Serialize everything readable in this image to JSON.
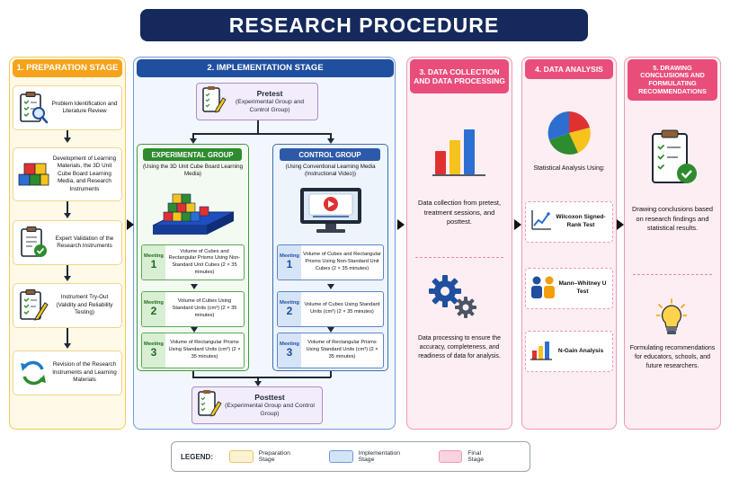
{
  "title": "RESEARCH PROCEDURE",
  "stages": {
    "prep": {
      "header": "1. PREPARATION STAGE",
      "items": [
        {
          "text": "Problem Identification and Literature Review",
          "icon": "checklist-magnifier-icon"
        },
        {
          "text": "Development of Learning Materials, the 3D Unit Cube Board Learning Media, and Research Instruments",
          "icon": "cubes-icon"
        },
        {
          "text": "Expert Validation of the Research Instruments",
          "icon": "clipboard-check-icon"
        },
        {
          "text": "Instrument Try-Out (Validity and Reliability Testing)",
          "icon": "clipboard-pencil-icon"
        },
        {
          "text": "Revision of the Research Instruments and Learning Materials",
          "icon": "refresh-icon"
        }
      ]
    },
    "impl": {
      "header": "2. IMPLEMENTATION STAGE",
      "pretest": {
        "title": "Pretest",
        "sub": "(Experimental Group and Control Group)"
      },
      "posttest": {
        "title": "Posttest",
        "sub": "(Experimental Group and Control Group)"
      },
      "experimental": {
        "header": "EXPERIMENTAL GROUP",
        "sub": "(Using the 3D Unit Cube Board Learning Media)",
        "meetings": [
          {
            "label": "Meeting",
            "num": "1",
            "desc": "Volume of Cubes and Rectangular Prisms Using Non-Standard Unit Cubes (2 × 35 minutes)"
          },
          {
            "label": "Meeting",
            "num": "2",
            "desc": "Volume of Cubes Using Standard Units (cm³) (2 × 35 minutes)"
          },
          {
            "label": "Meeting",
            "num": "3",
            "desc": "Volume of Rectangular Prisms Using Standard Units (cm³) (2 × 35 minutes)"
          }
        ]
      },
      "control": {
        "header": "CONTROL GROUP",
        "sub": "(Using Conventional Learning Media (Instructional Video))",
        "meetings": [
          {
            "label": "Meeting",
            "num": "1",
            "desc": "Volume of Cubes and Rectangular Prisms Using Non-Standard Unit Cubes (2 × 35 minutes)"
          },
          {
            "label": "Meeting",
            "num": "2",
            "desc": "Volume of Cubes Using Standard Units (cm³) (2 × 35 minutes)"
          },
          {
            "label": "Meeting",
            "num": "3",
            "desc": "Volume of Rectangular Prisms Using Standard Units (cm³) (2 × 35 minutes)"
          }
        ]
      }
    },
    "dc": {
      "header": "3. DATA COLLECTION AND DATA PROCESSING",
      "text1": "Data collection from pretest, treatment sessions, and posttest.",
      "text2": "Data processing to ensure the accuracy, completeness, and readiness of data for analysis."
    },
    "da": {
      "header": "4. DATA ANALYSIS",
      "intro": "Statistical Analysis Using:",
      "tests": [
        {
          "text": "Wilcoxon Signed-Rank Test",
          "icon": "line-chart-icon"
        },
        {
          "text": "Mann–Whitney U Test",
          "icon": "two-people-icon"
        },
        {
          "text": "N-Gain Analysis",
          "icon": "bar-chart-icon"
        }
      ]
    },
    "dr": {
      "header": "5. DRAWING CONCLUSIONS AND FORMULATING RECOMMENDATIONS",
      "text1": "Drawing conclusions based on research findings and statistical results.",
      "text2": "Formulating recommendations for educators, schools, and future researchers."
    }
  },
  "legend": {
    "title": "LEGEND:",
    "items": [
      {
        "label": "Preparation Stage",
        "color": "#fdf3d3"
      },
      {
        "label": "Implementation Stage",
        "color": "#d4e4f7"
      },
      {
        "label": "Final Stage",
        "color": "#f9d3df"
      }
    ]
  }
}
